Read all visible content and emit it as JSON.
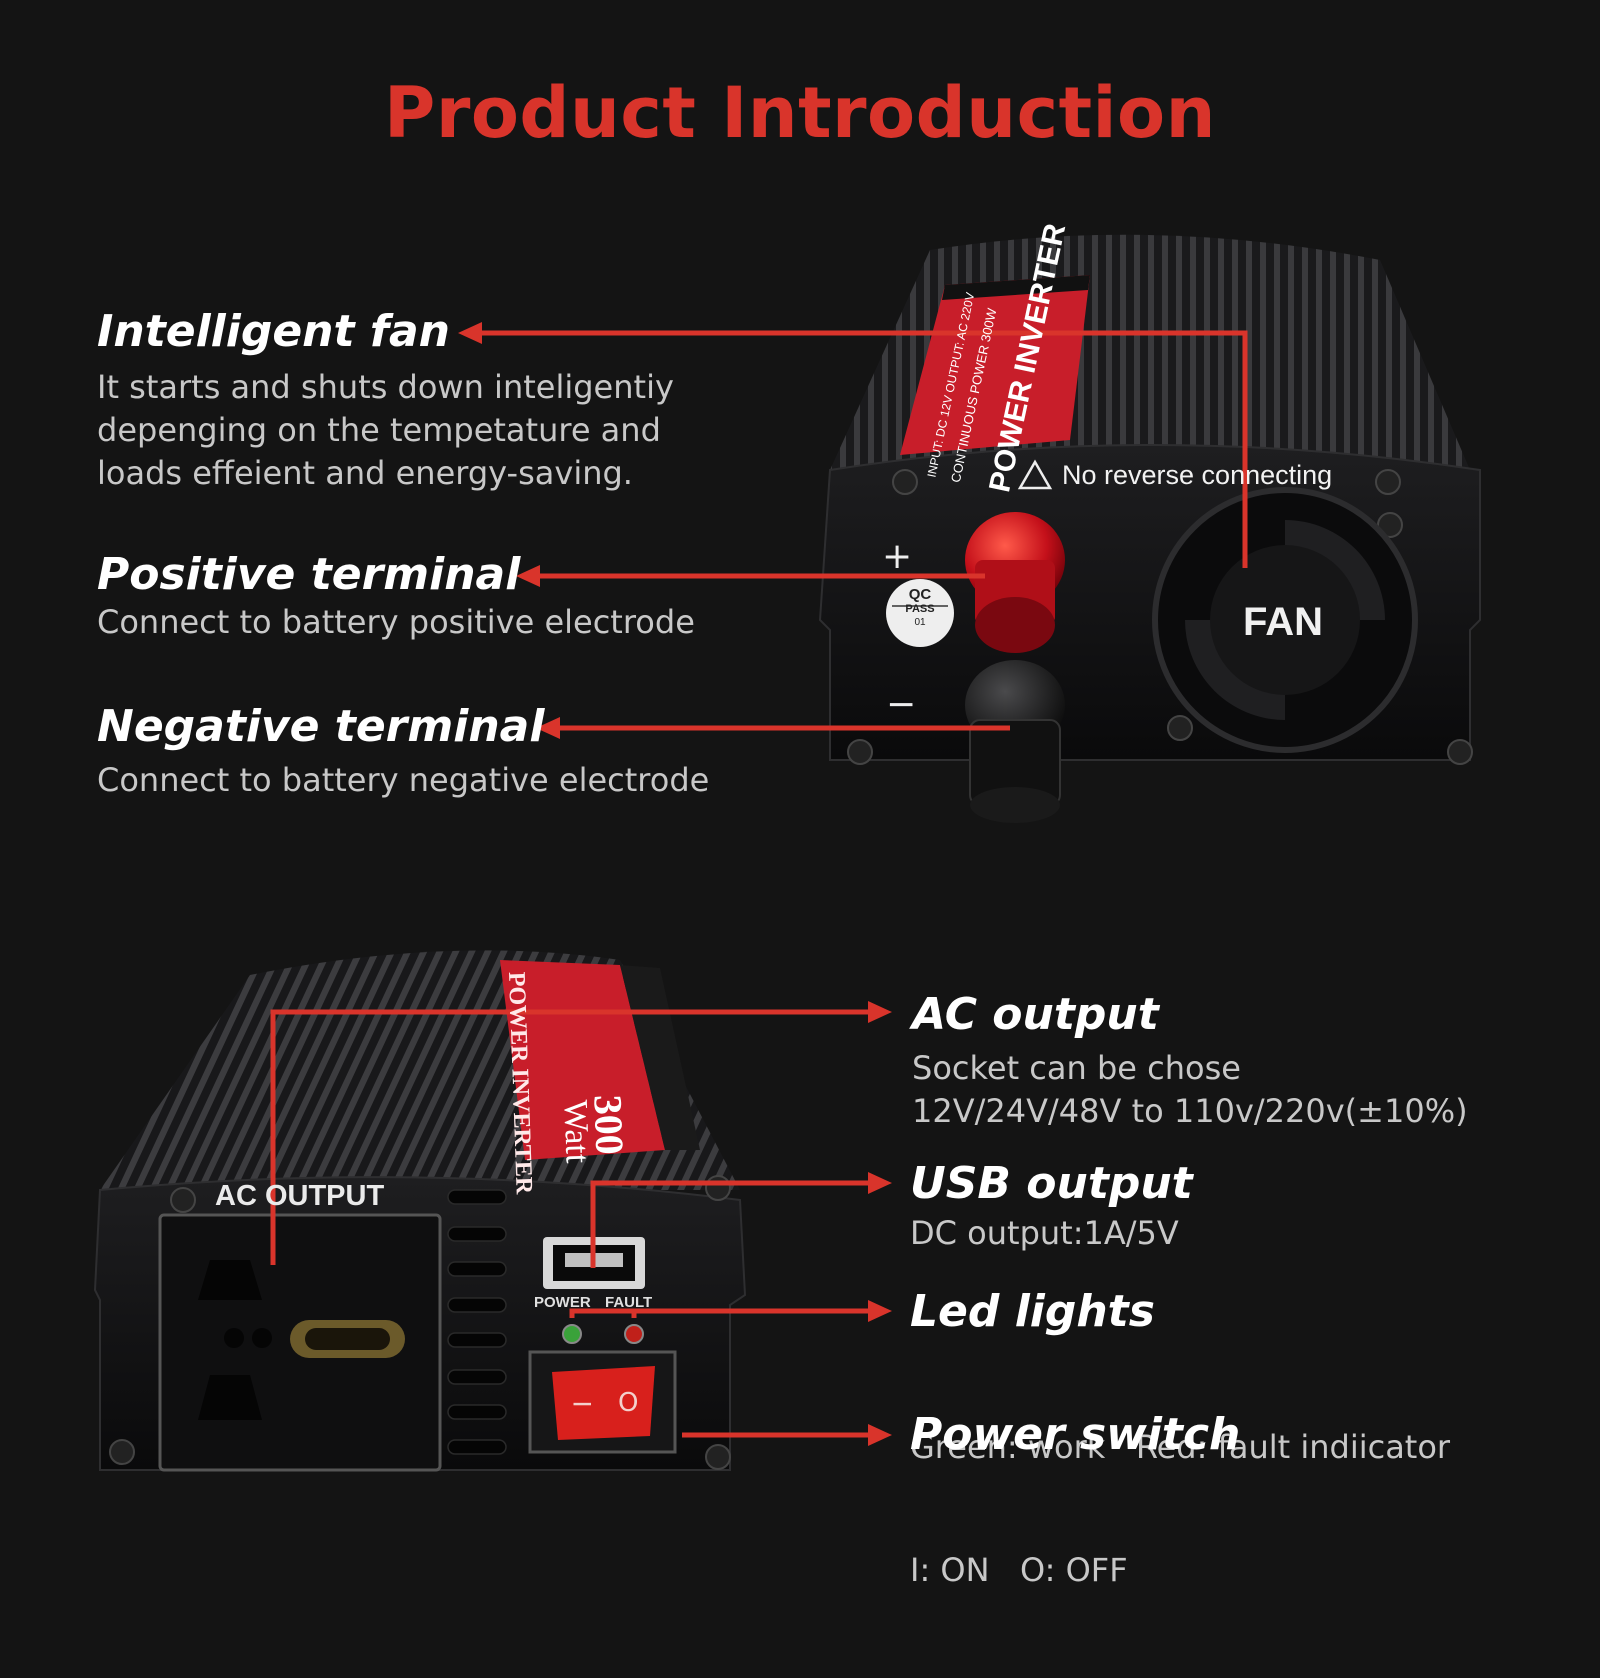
{
  "page": {
    "title": "Product Introduction",
    "accent_color": "#d9342b",
    "background": "#141414"
  },
  "top_features": [
    {
      "title": "Intelligent fan",
      "desc": [
        "It starts and shuts down inteligentiy",
        "depenging on the tempetature and",
        "loads effeient and energy-saving."
      ]
    },
    {
      "title": "Positive terminal",
      "desc": [
        "Connect to battery positive electrode"
      ]
    },
    {
      "title": "Negative terminal",
      "desc": [
        "Connect to battery negative electrode"
      ]
    }
  ],
  "bottom_features": [
    {
      "title": "AC output",
      "desc": [
        "Socket can be chose",
        "12V/24V/48V to 110v/220v(±10%)"
      ]
    },
    {
      "title": "USB output",
      "desc": [
        "DC output:1A/5V"
      ]
    },
    {
      "title": "Led lights",
      "desc": [
        "Green: work   Red: fault indiicator"
      ]
    },
    {
      "title": "Power switch",
      "desc": [
        "I: ON   O: OFF"
      ]
    }
  ],
  "device_top": {
    "warning": "No reverse connecting",
    "fan_label": "FAN",
    "plus": "+",
    "minus": "−",
    "qc_badge": [
      "QC",
      "PASS",
      "01"
    ],
    "sticker_line1": "POWER INVERTER",
    "sticker_line2": "CONTINUOUS POWER 300W",
    "sticker_line3": "INPUT: DC 12V  OUTPUT: AC 220V"
  },
  "device_bottom": {
    "ac_label": "AC OUTPUT",
    "led_labels": [
      "POWER",
      "FAULT"
    ],
    "switch_on": "I",
    "switch_off": "O",
    "sticker_line1": "POWER INVERTER",
    "sticker_line2": "300",
    "sticker_line3": "Watt"
  }
}
